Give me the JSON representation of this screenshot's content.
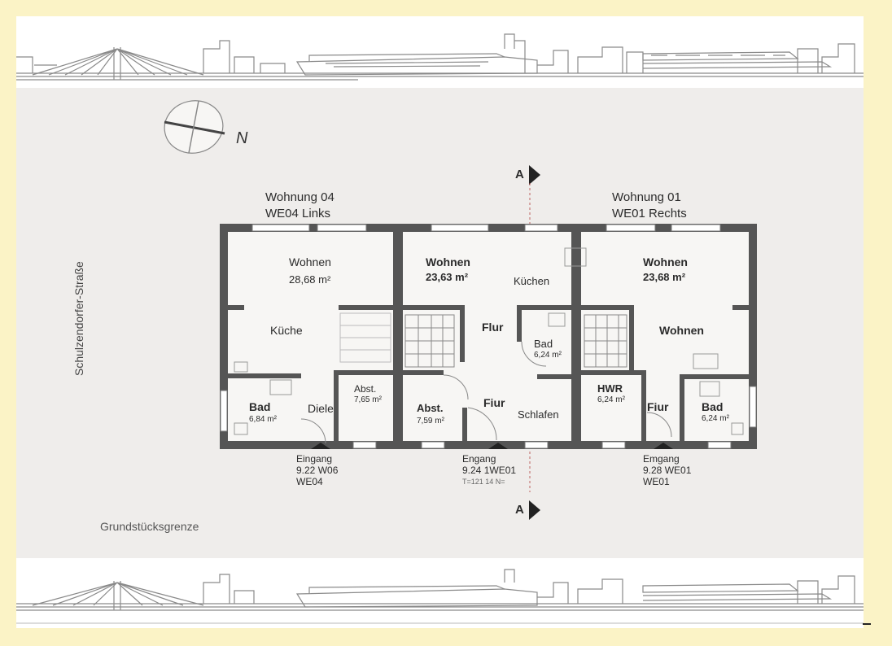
{
  "north_label": "N",
  "street": "Schulzendorfer-Straße",
  "boundary": "Grundstücksgrenze",
  "section_marker": "A",
  "units": {
    "left": {
      "line1": "Wohnung 04",
      "line2": "WE04 Links"
    },
    "right": {
      "line1": "Wohnung 01",
      "line2": "WE01 Rechts"
    }
  },
  "rooms": {
    "we04_wohnen": "Wohnen",
    "we04_wohnen_area": "28,68 m²",
    "we04_kueche": "Küche",
    "we04_bad": "Bad",
    "we04_bad_area": "6,84 m²",
    "we04_diele": "Diele",
    "we04_abst": "Abst.",
    "we04_abst_area": "7,65 m²",
    "mid_wohnen": "Wohnen",
    "mid_wohnen_area": "23,63 m²",
    "mid_kuechen": "Küchen",
    "mid_flur": "Flur",
    "mid_bad": "Bad",
    "mid_bad_area": "6,24 m²",
    "mid_abst": "Abst.",
    "mid_abst_area": "7,59 m²",
    "mid_fiur": "Fiur",
    "mid_schlafen": "Schlafen",
    "we01_wohnen_top": "Wohnen",
    "we01_wohnen_area": "23,68 m²",
    "we01_wohnen2": "Wohnen",
    "we01_hwr": "HWR",
    "we01_hwr_area": "6,24 m²",
    "we01_fiur": "Fiur",
    "we01_bad": "Bad",
    "we01_bad_area": "6,24 m²"
  },
  "entrances": {
    "e1": {
      "l1": "Eingang",
      "l2": "9.22 W06",
      "l3": "WE04"
    },
    "e2": {
      "l1": "Engang",
      "l2": "9.24 1WE01",
      "l3": "T=121 14 N="
    },
    "e3": {
      "l1": "Emgang",
      "l2": "9.28 WE01",
      "l3": "WE01"
    }
  },
  "colors": {
    "wall": "#555555",
    "floor": "#f7f6f4",
    "background": "#efedeb",
    "frame": "#fbf3c6",
    "skyline": "#8a8a8a"
  }
}
